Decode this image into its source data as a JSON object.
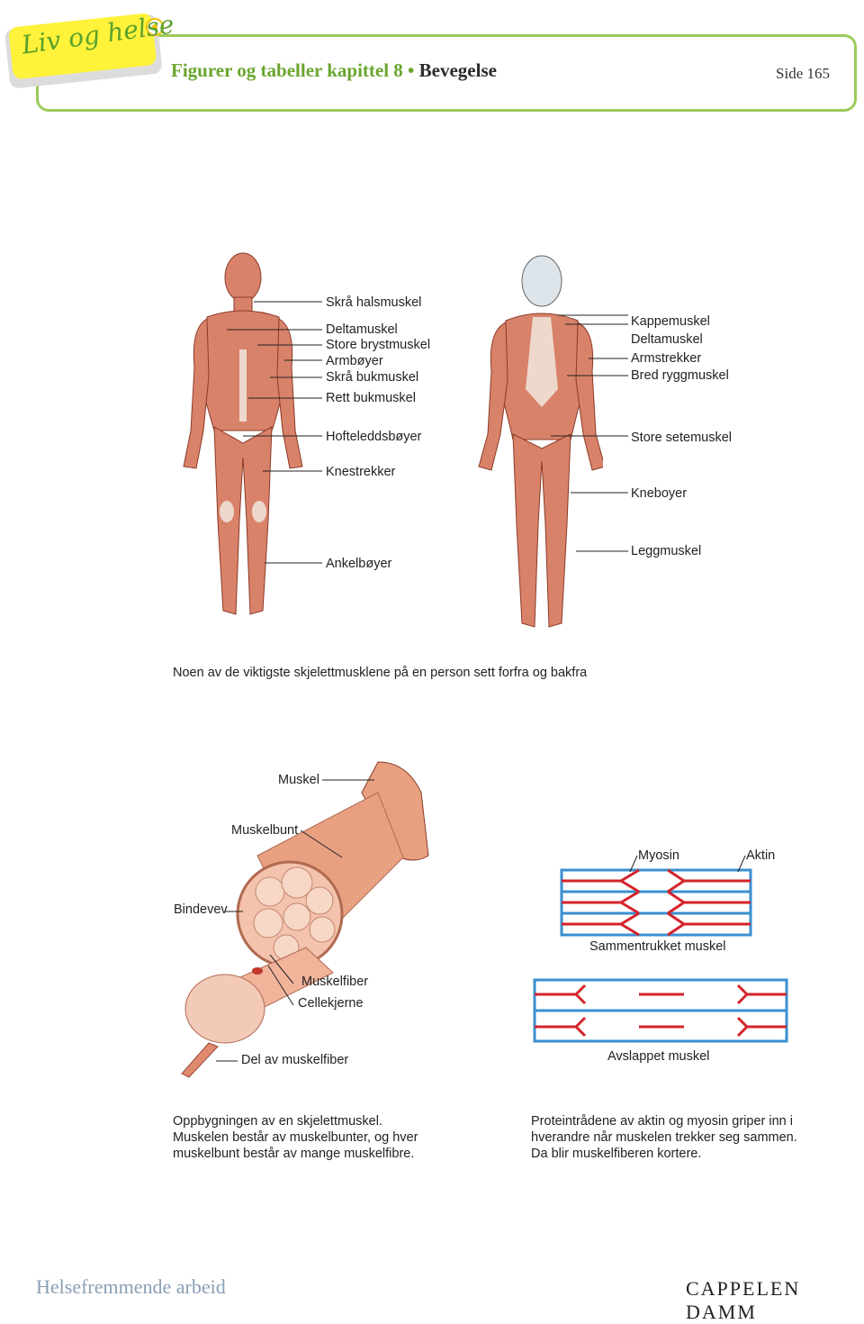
{
  "header": {
    "logo_text": "Liv og helse",
    "title_part1": "Figurer og tabeller kapittel 8 • ",
    "title_part2": "Bevegelse",
    "page": "Side 165"
  },
  "figure1": {
    "front_labels": [
      "Skrå halsmuskel",
      "Deltamuskel",
      "Store brystmuskel",
      "Armbøyer",
      "Skrå bukmuskel",
      "Rett bukmuskel",
      "Hofteleddsbøyer",
      "Knestrekker",
      "Ankelbøyer"
    ],
    "back_labels": [
      "Kappemuskel",
      "Deltamuskel",
      "Armstrekker",
      "Bred ryggmuskel",
      "Store setemuskel",
      "Kneboyer",
      "Leggmuskel"
    ],
    "caption": "Noen av de viktigste skjelettmusklene på en person sett forfra og bakfra"
  },
  "figure2": {
    "labels": {
      "muskel": "Muskel",
      "muskelbunt": "Muskelbunt",
      "bindevev": "Bindevev",
      "muskelfiber": "Muskelfiber",
      "cellekjerne": "Cellekjerne",
      "del": "Del av muskelfiber"
    },
    "caption": "Oppbygningen av en skjelettmuskel. Muskelen består av muskelbunter, og hver muskelbunt består av mange muskelfibre."
  },
  "figure3": {
    "myosin": "Myosin",
    "aktin": "Aktin",
    "contracted": "Sammentrukket muskel",
    "relaxed": "Avslappet muskel",
    "caption": "Proteintrådene av aktin og myosin griper inn i hverandre når muskelen trekker seg sammen. Da blir muskelfiberen kortere.",
    "colors": {
      "myosin": "#d4232b",
      "aktin": "#3a8fd0"
    }
  },
  "footer": {
    "left": "Helsefremmende arbeid",
    "right": "CAPPELEN DAMM"
  }
}
